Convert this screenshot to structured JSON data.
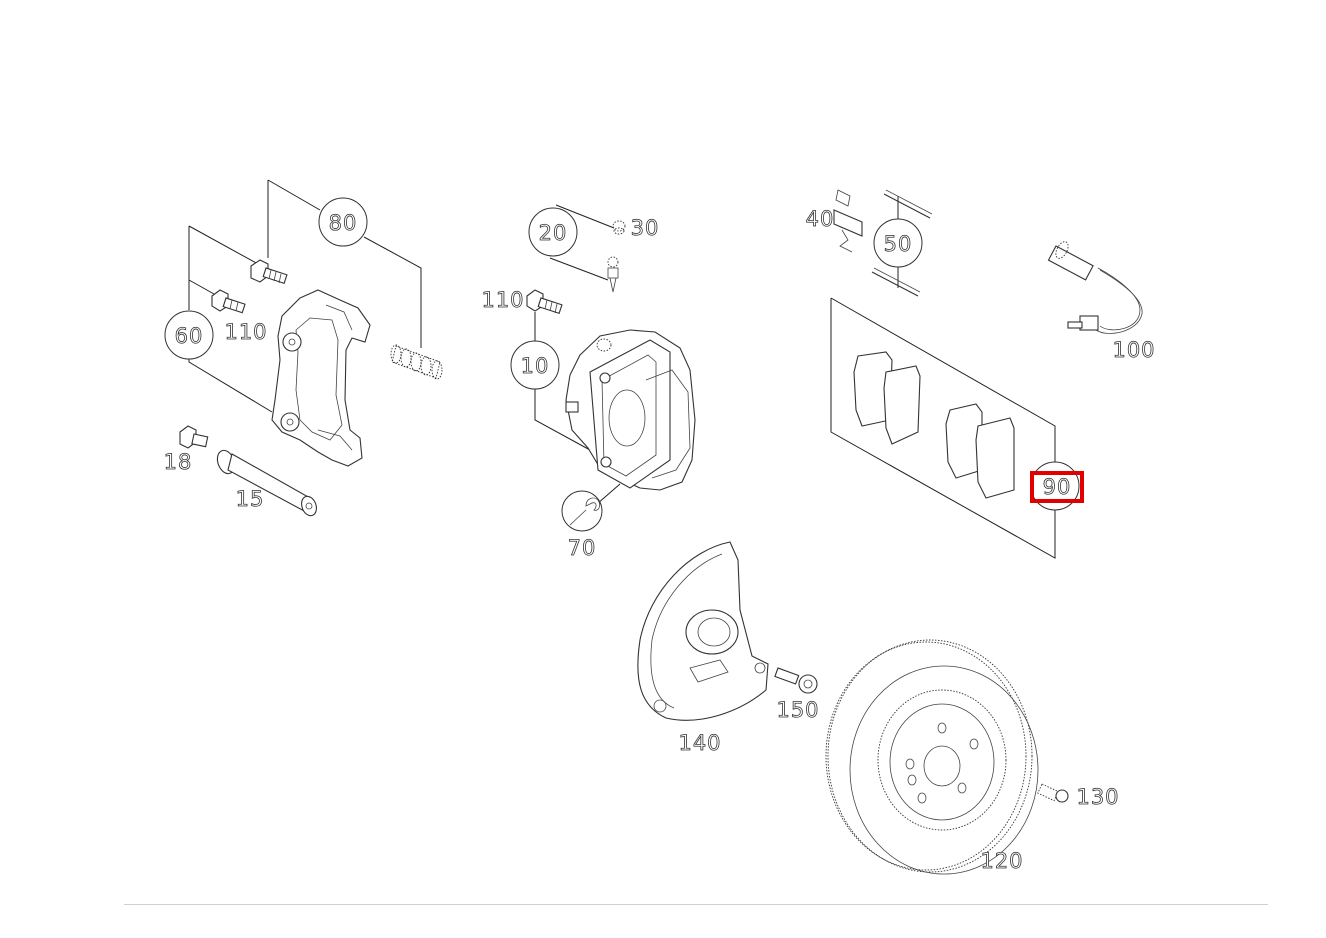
{
  "diagram": {
    "subject": "Front brake caliper exploded parts diagram",
    "highlight_color": "#e00000",
    "line_color": "#222222",
    "background": "#ffffff",
    "selected_part": "90",
    "callouts": {
      "c80": {
        "label": "80",
        "style": "bubble"
      },
      "c60": {
        "label": "60",
        "style": "bubble"
      },
      "c110a": {
        "label": "110",
        "style": "text"
      },
      "c18": {
        "label": "18",
        "style": "text"
      },
      "c15": {
        "label": "15",
        "style": "text"
      },
      "c20": {
        "label": "20",
        "style": "bubble"
      },
      "c30": {
        "label": "30",
        "style": "text"
      },
      "c110b": {
        "label": "110",
        "style": "text"
      },
      "c10": {
        "label": "10",
        "style": "bubble"
      },
      "c70": {
        "label": "70",
        "style": "text",
        "icon": "wrench-icon"
      },
      "c40": {
        "label": "40",
        "style": "text"
      },
      "c50": {
        "label": "50",
        "style": "bubble"
      },
      "c100": {
        "label": "100",
        "style": "text"
      },
      "c90": {
        "label": "90",
        "style": "bubble",
        "highlighted": true
      },
      "c140": {
        "label": "140",
        "style": "text"
      },
      "c150": {
        "label": "150",
        "style": "text"
      },
      "c130": {
        "label": "130",
        "style": "text"
      },
      "c120": {
        "label": "120",
        "style": "text"
      }
    }
  }
}
